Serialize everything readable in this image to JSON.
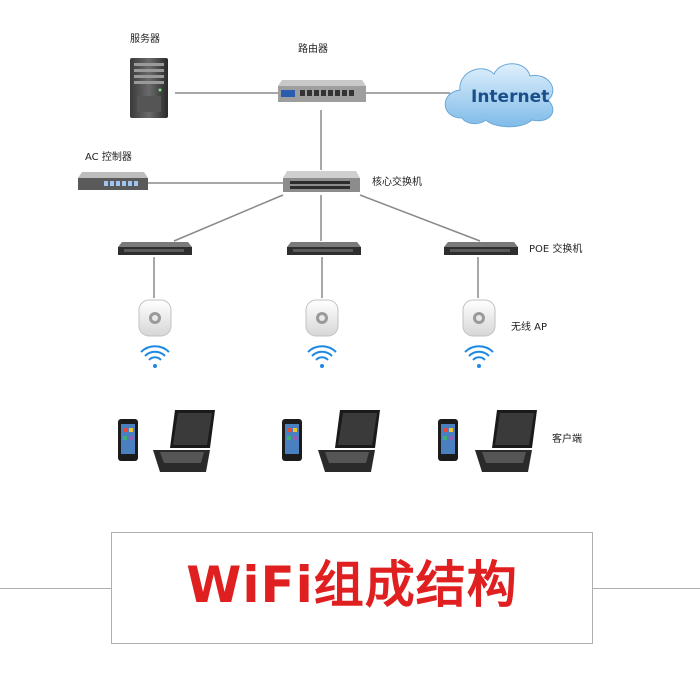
{
  "nodes": {
    "server": "服务器",
    "router": "路由器",
    "internet": "Internet",
    "ac_controller": "AC 控制器",
    "core_switch": "核心交换机",
    "poe_switch": "POE 交换机",
    "wireless_ap": "无线 AP",
    "client": "客户端"
  },
  "title": "WiFi组成结构",
  "colors": {
    "title": "#e02020",
    "lines": "#8a8a8a",
    "wifi": "#1e88e5",
    "cloud": "#a8d4f5",
    "internet_text": "#1a4f8a"
  }
}
